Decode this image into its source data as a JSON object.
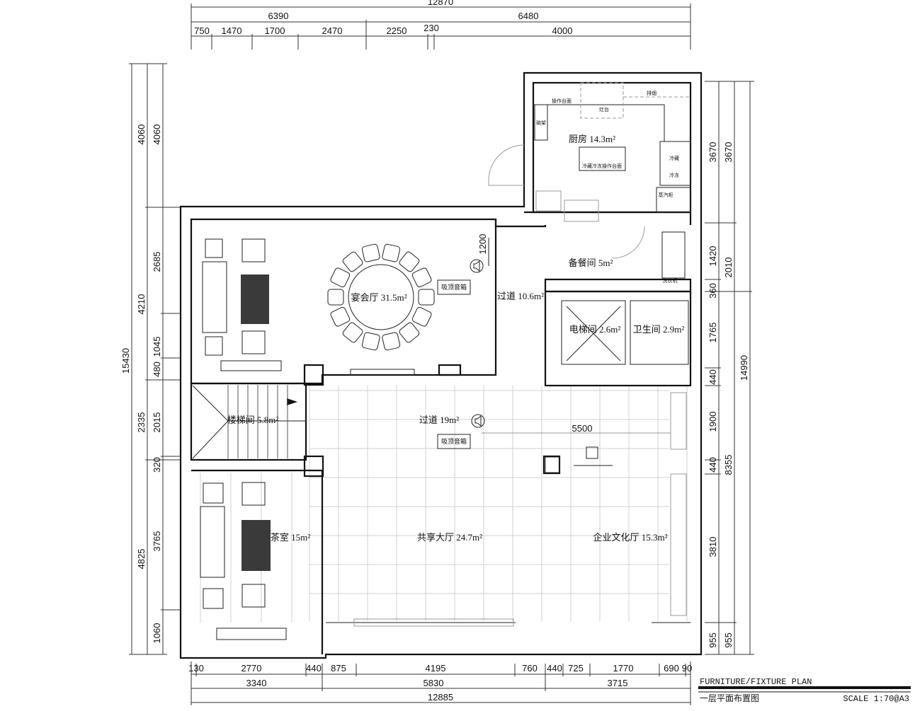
{
  "dims": {
    "top": {
      "total": "12870",
      "mid": [
        "6390",
        "6480"
      ],
      "detail": [
        "750",
        "1470",
        "1700",
        "2470",
        "2250",
        "230",
        "4000"
      ]
    },
    "left": {
      "total": "15430",
      "mid": [
        "4060",
        "4210",
        "2335",
        "4825"
      ],
      "detail": [
        "4060",
        "2685",
        "1045",
        "480",
        "2015",
        "320",
        "3765",
        "1060"
      ]
    },
    "right": {
      "detail": [
        "3670",
        "1420",
        "360",
        "1765",
        "440",
        "1900",
        "440",
        "3810",
        "955"
      ],
      "mid": [
        "3670",
        "2010",
        "8355",
        "955"
      ],
      "total": "14990"
    },
    "bottom": {
      "detail": [
        "130",
        "2770",
        "440",
        "875",
        "4195",
        "760",
        "440",
        "725",
        "1770",
        "690",
        "90"
      ],
      "mid": [
        "3340",
        "5830",
        "3715"
      ],
      "total": "12885"
    },
    "inner": {
      "speaker_drop": "1200",
      "hall_width": "5500"
    }
  },
  "rooms": {
    "kitchen": "厨房 14.3m²",
    "pantry": "备餐间 5m²",
    "banquet": "宴会厅 31.5m²",
    "corridor_upper": "过道 10.6m²",
    "elevator": "电梯间 2.6m²",
    "bathroom": "卫生间 2.9m²",
    "stairs": "楼梯间 5.8m²",
    "corridor_main": "过道 19m²",
    "tea_room": "茶室 15m²",
    "shared_hall": "共享大厅 24.7m²",
    "culture_hall": "企业文化厅 15.3m²"
  },
  "fixtures": {
    "counter": "操作台面",
    "exhaust": "排烟",
    "stove": "灶台",
    "dish_rack": "碗架",
    "fridge_counter": "冷藏冷冻操作台面",
    "fridge": "冷藏",
    "freezer": "冷冻",
    "steamer": "蒸汽柜",
    "washer": "洗衣机",
    "ceiling_speaker_1": "吸顶音箱",
    "ceiling_speaker_2": "吸顶音箱"
  },
  "title_block": {
    "title_en": "FURNITURE/FIXTURE PLAN",
    "title_cn": "一层平面布置图",
    "scale": "SCALE  1:70@A3"
  },
  "colors": {
    "line": "#111111",
    "grid": "#d0d0d0",
    "carpet": "#3a3a3a"
  }
}
